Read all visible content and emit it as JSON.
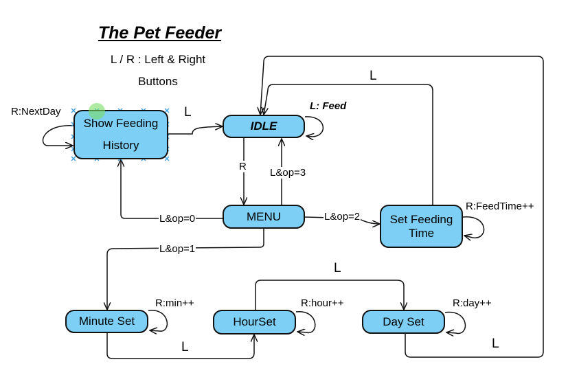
{
  "title": "The Pet Feeder",
  "subtitle": {
    "line1": "L / R : Left & Right",
    "line2": "Buttons"
  },
  "nodes": {
    "show_feeding_history": {
      "line1": "Show Feeding",
      "line2": "History"
    },
    "idle": "IDLE",
    "menu": "MENU",
    "set_feeding_time": {
      "line1": "Set Feeding",
      "line2": "Time"
    },
    "minute_set": "Minute Set",
    "hour_set": "HourSet",
    "day_set": "Day Set"
  },
  "edges": {
    "r_nextday": "R:NextDay",
    "history_to_idle": "L",
    "l_feed": "L: Feed",
    "idle_to_menu": "R",
    "menu_to_idle": "L&op=3",
    "menu_to_history": "L&op=0",
    "menu_to_feedtime": "L&op=2",
    "r_feedtime": "R:FeedTime++",
    "feedtime_to_idle": "L",
    "menu_to_minute": "L&op=1",
    "r_min": "R:min++",
    "minute_to_hour": "L",
    "r_hour": "R:hour++",
    "hour_to_day": "L",
    "r_day": "R:day++",
    "day_to_idle": "L"
  },
  "colors": {
    "node_fill": "#7dcff5",
    "selection_handle": "#3aa0e8",
    "cursor_highlight": "#8ee07a"
  }
}
